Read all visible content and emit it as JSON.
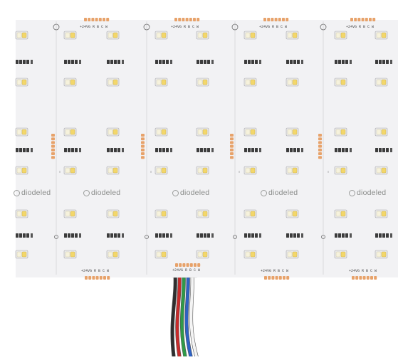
{
  "photo": {
    "subject": "high density tunable white LED strip sheet with multi-core cable",
    "background_color": "#ffffff",
    "board_color": "#f2f2f4",
    "led_warm_color": "#f3d76a",
    "led_cool_color": "#f6f2dc",
    "pad_color": "#e7a26a",
    "wire_colors": [
      "#2e2e2e",
      "#c82b2b",
      "#2f9a48",
      "#2e62c4",
      "#f4f4f4"
    ]
  },
  "brand": {
    "label": "diodeled"
  },
  "pad_legend": {
    "text": "+24VG R B C W"
  }
}
